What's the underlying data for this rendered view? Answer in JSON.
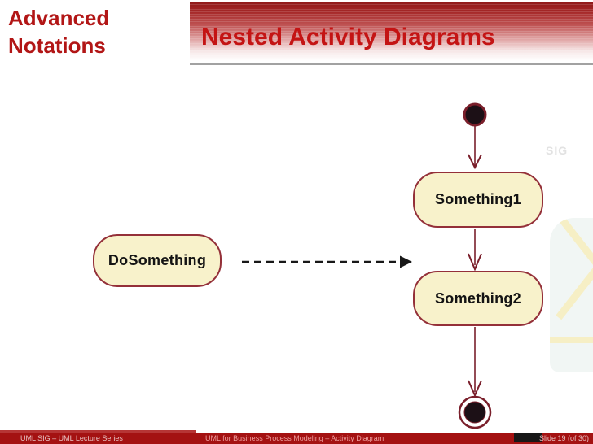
{
  "slide": {
    "corner_heading": {
      "line1": "Advanced",
      "line2": "Notations"
    },
    "title": "Nested Activity Diagrams",
    "background_watermark": "SIG"
  },
  "diagram": {
    "type": "uml-activity",
    "nodes": [
      {
        "label": "DoSomething"
      },
      {
        "label": "Something1"
      },
      {
        "label": "Something2"
      }
    ],
    "edges": [
      {
        "from": "initial-state",
        "to": "Something1",
        "style": "solid"
      },
      {
        "from": "Something1",
        "to": "Something2",
        "style": "solid"
      },
      {
        "from": "Something2",
        "to": "final-state",
        "style": "solid"
      },
      {
        "from": "DoSomething",
        "to": "Something2",
        "style": "dashed"
      }
    ]
  },
  "footer": {
    "left": "UML SIG – UML Lecture Series",
    "center": "UML for Business Process Modeling – Activity Diagram",
    "right": "Slide 19 (of 30)"
  },
  "colors": {
    "heading_red": "#b21616",
    "title_red": "#c41414",
    "banner_top_red": "#8f1a1a",
    "node_fill": "#f8f2cb",
    "node_border": "#943039",
    "arrow_red": "#7a1f2b",
    "dashed_arrow_black": "#181818",
    "footer_red": "#a41212"
  }
}
